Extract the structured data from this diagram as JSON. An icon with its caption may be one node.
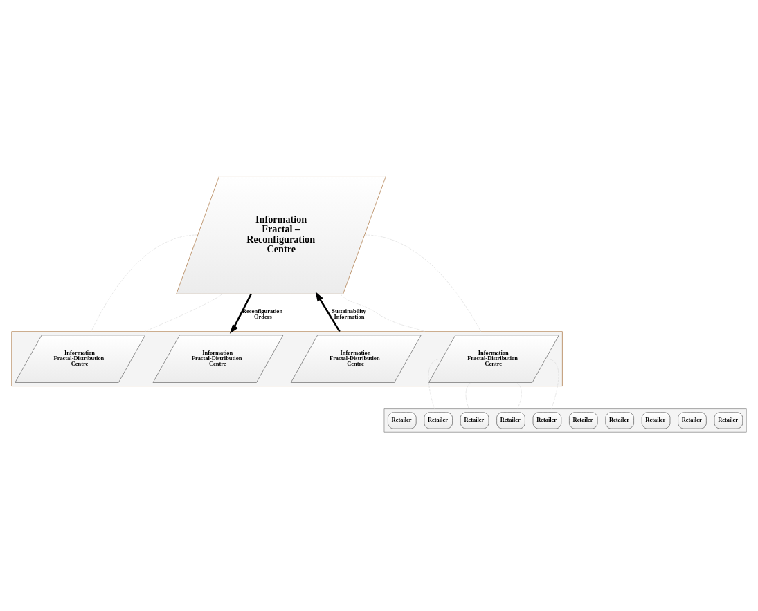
{
  "diagram": {
    "nodes": [
      {
        "text": [
          "Information Fractal – Reconfiguration Centre"
        ]
      },
      {
        "text": [],
        "shape": "parallelogram"
      },
      {
        "text": [
          "Information Fractal-Distribution Centre"
        ],
        "in": 1
      },
      {
        "text": [
          "Information Fractal-Distribution Centre"
        ],
        "in": 1
      },
      {
        "text": [
          "Information Fractal-Distribution Centre"
        ],
        "in": 1
      },
      {
        "text": [
          "Information Fractal-Distribution Centre"
        ],
        "in": 1
      },
      {
        "text": [],
        "shape": "parallelogram"
      },
      {
        "text": [
          "Retailer"
        ],
        "in": 6
      },
      {
        "text": [
          "Retailer"
        ],
        "in": 6
      },
      {
        "text": [
          "Retailer"
        ],
        "in": 6
      },
      {
        "text": [
          "Retailer"
        ],
        "in": 6
      },
      {
        "text": [
          "Retailer"
        ],
        "in": 6
      },
      {
        "text": [
          "Retailer"
        ],
        "in": 6
      },
      {
        "text": [
          "Retailer"
        ],
        "in": 6
      },
      {
        "text": [
          "Retailer"
        ],
        "in": 6
      },
      {
        "text": [
          "Retailer"
        ],
        "in": 6
      },
      {
        "text": [
          "Retailer"
        ],
        "in": 6
      }
    ],
    "edges": [
      {
        "from": 0,
        "to": 1,
        "arrow": "to",
        "label": "Reconfiguration Orders",
        "style": "thick",
        "color": "#000000"
      },
      {
        "from": 1,
        "to": 0,
        "arrow": "to",
        "label": "Sustainability Information",
        "style": "thick",
        "color": "#000000"
      },
      {
        "from": 0,
        "to": 1,
        "arrow": "none",
        "style": "dashed",
        "color": "#d9d9d9"
      },
      {
        "from": 0,
        "to": 1,
        "arrow": "none",
        "style": "dashed",
        "color": "#d9d9d9"
      },
      {
        "from": 0,
        "to": 1,
        "arrow": "none",
        "style": "dashed",
        "color": "#d9d9d9"
      },
      {
        "from": 0,
        "to": 1,
        "arrow": "none",
        "style": "dashed",
        "color": "#d9d9d9"
      },
      {
        "from": 5,
        "to": 6,
        "arrow": "none",
        "style": "dashed",
        "color": "#d9d9d9"
      },
      {
        "from": 5,
        "to": 6,
        "arrow": "none",
        "style": "dashed",
        "color": "#d9d9d9"
      },
      {
        "from": 5,
        "to": 6,
        "arrow": "none",
        "style": "dashed",
        "color": "#d9d9d9"
      },
      {
        "from": 5,
        "to": 6,
        "arrow": "none",
        "style": "dashed",
        "color": "#d9d9d9"
      }
    ]
  }
}
